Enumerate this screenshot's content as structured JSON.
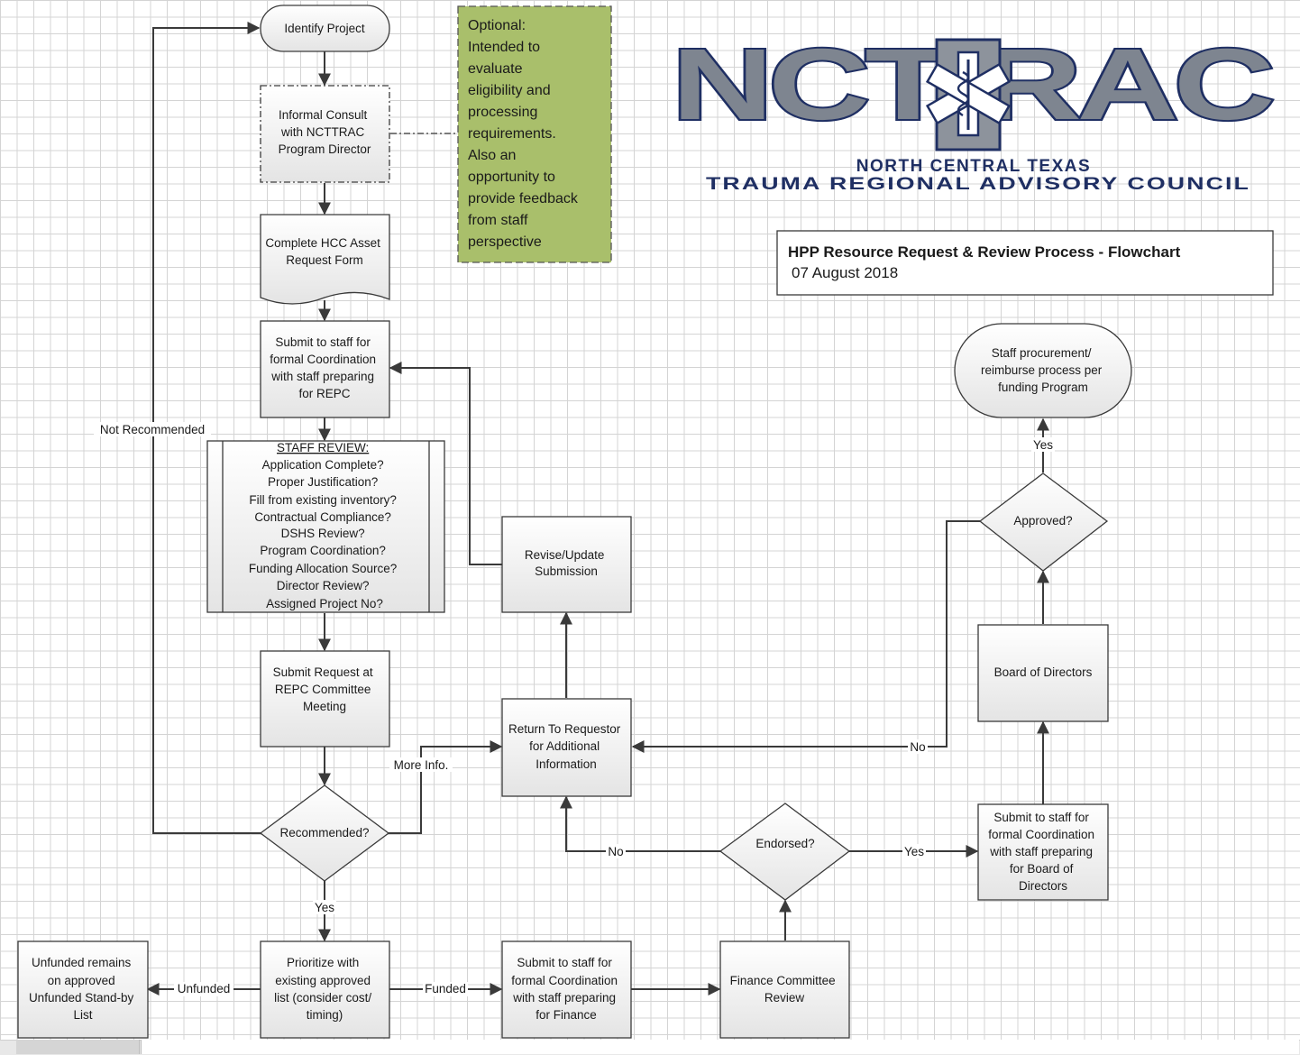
{
  "title": {
    "main": "HPP Resource Request & Review Process - Flowchart",
    "date": "07 August 2018"
  },
  "logo": {
    "letters": "NCTTRAC",
    "line1": "NORTH CENTRAL TEXAS",
    "line2": "TRAUMA REGIONAL ADVISORY COUNCIL"
  },
  "note": {
    "lines": [
      "Optional:",
      "Intended to",
      "evaluate",
      "eligibility and",
      "processing",
      "requirements.",
      "Also an",
      "opportunity to",
      "provide feedback",
      "from staff",
      "perspective"
    ]
  },
  "nodes": {
    "identify": [
      "Identify Project"
    ],
    "consult": [
      "Informal Consult",
      "with NCTTRAC",
      "Program Director"
    ],
    "complete_form": [
      "Complete HCC Asset",
      "Request Form"
    ],
    "submit_repc_prep": [
      "Submit to staff for",
      "formal Coordination",
      "with staff preparing",
      "for REPC"
    ],
    "staff_review": [
      "STAFF REVIEW:",
      "Application Complete?",
      "Proper Justification?",
      "Fill from existing inventory?",
      "Contractual Compliance?",
      "DSHS Review?",
      "Program Coordination?",
      "Funding Allocation Source?",
      "Director Review?",
      "Assigned Project No?"
    ],
    "submit_meeting": [
      "Submit Request at",
      "REPC  Committee",
      "Meeting"
    ],
    "recommended": [
      "Recommended?"
    ],
    "prioritize": [
      "Prioritize with",
      "existing approved",
      "list (consider cost/",
      "timing)"
    ],
    "unfunded": [
      "Unfunded remains",
      "on approved",
      "Unfunded Stand-by",
      "List"
    ],
    "submit_finance_prep": [
      "Submit to staff for",
      "formal Coordination",
      "with staff preparing",
      "for Finance"
    ],
    "finance_review": [
      "Finance Committee",
      "Review"
    ],
    "endorsed": [
      "Endorsed?"
    ],
    "submit_board_prep": [
      "Submit to staff for",
      "formal Coordination",
      "with staff preparing",
      "for Board of",
      "Directors"
    ],
    "board": [
      "Board of Directors"
    ],
    "approved": [
      "Approved?"
    ],
    "procurement": [
      "Staff procurement/",
      "reimburse process per",
      "funding Program"
    ],
    "return_requestor": [
      "Return To Requestor",
      "for Additional",
      "Information"
    ],
    "revise": [
      "Revise/Update",
      "Submission"
    ]
  },
  "edges": {
    "not_recommended": "Not Recommended",
    "more_info": "More Info.",
    "yes_recommended": "Yes",
    "unfunded": "Unfunded",
    "funded": "Funded",
    "no_endorsed": "No",
    "yes_endorsed": "Yes",
    "no_approved": "No",
    "yes_approved": "Yes"
  },
  "colors": {
    "note_fill": "#a9bf6b",
    "logo_gray": "#7e8590",
    "logo_blue": "#1f2f63",
    "box_stroke": "#3a3a3a"
  }
}
